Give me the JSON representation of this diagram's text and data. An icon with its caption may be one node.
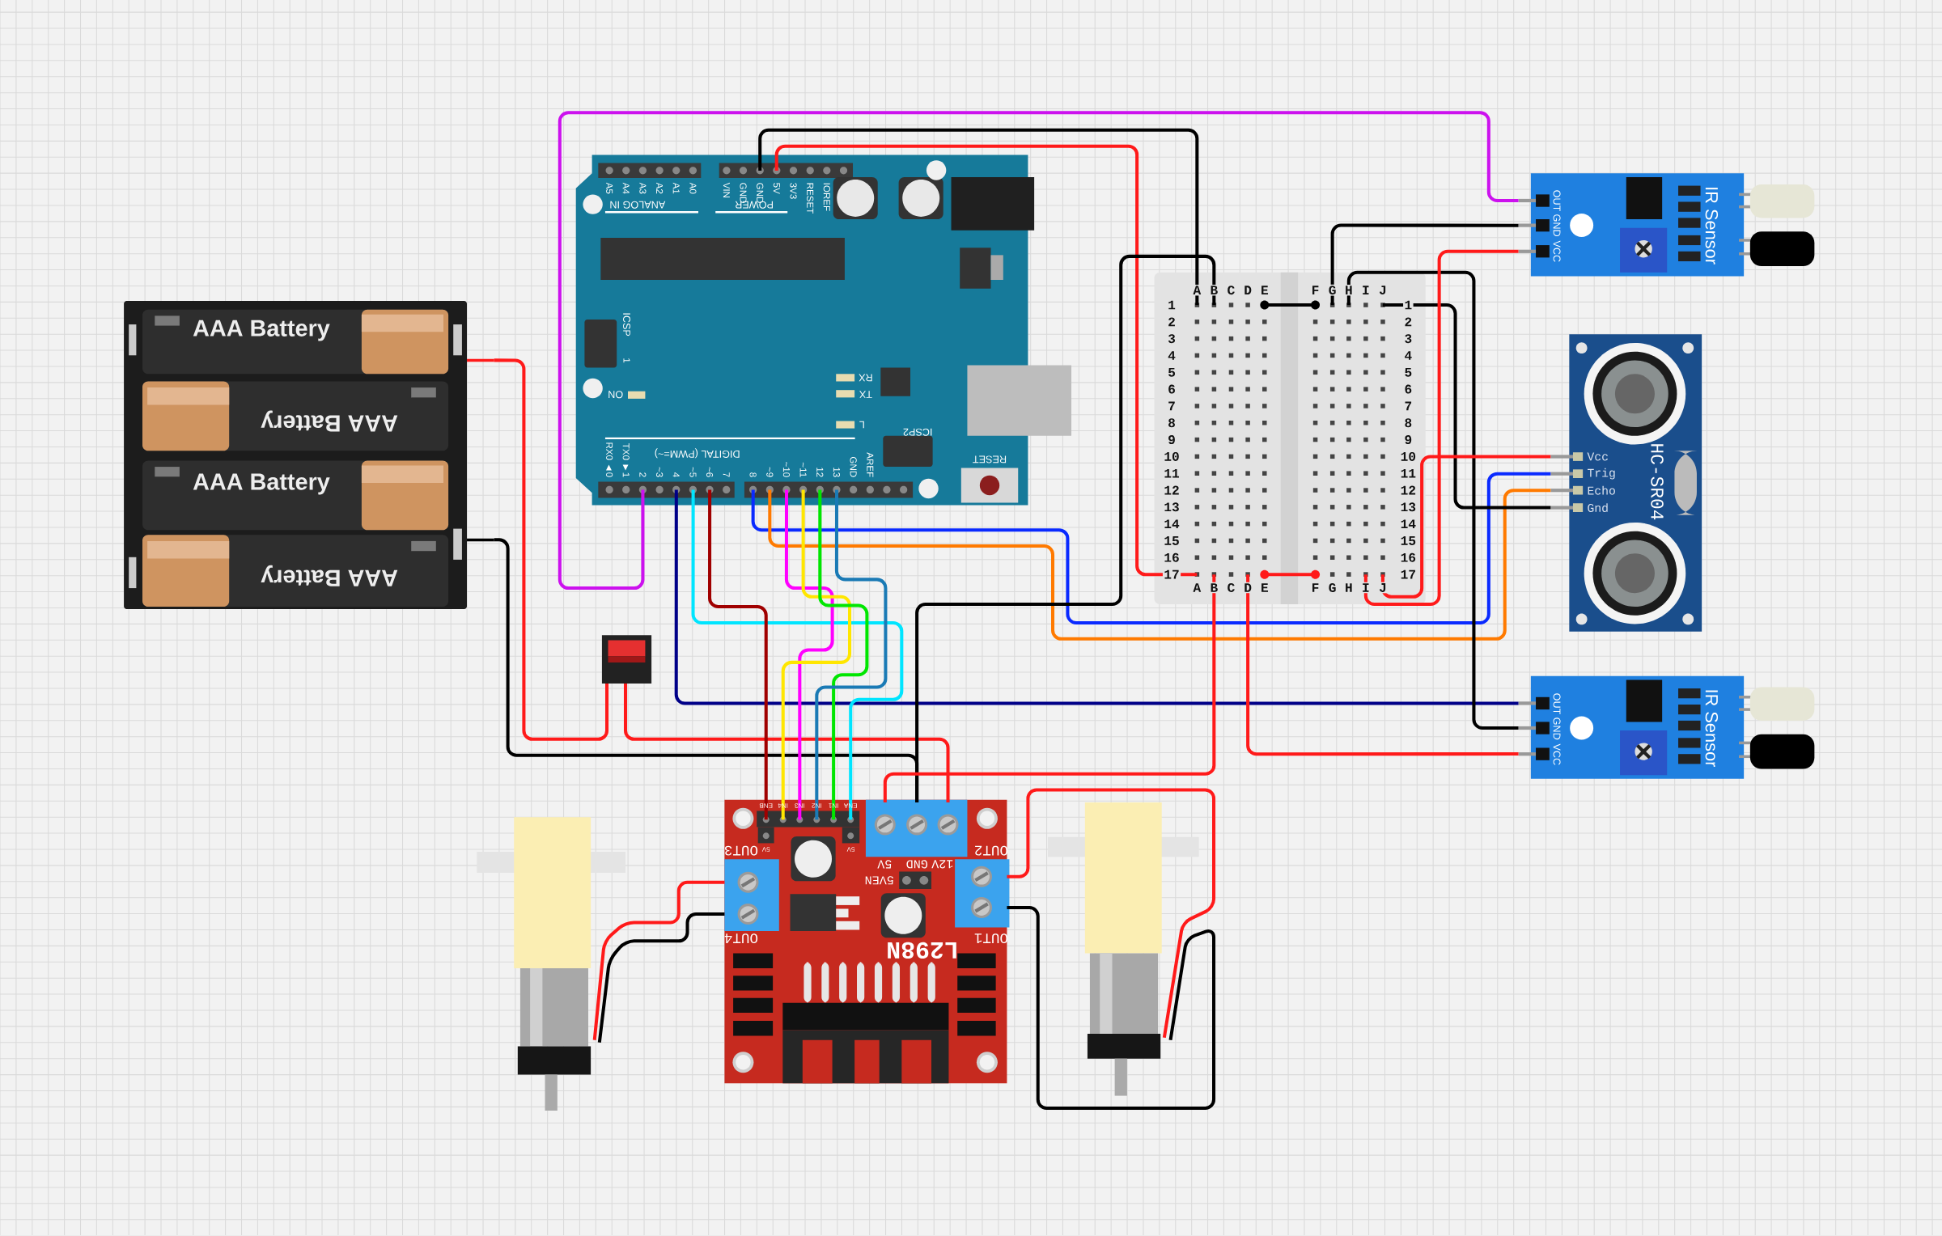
{
  "diagram": {
    "nodes": [
      {
        "text": [],
        "shape": "box"
      },
      {
        "text": [
          "AAA Battery"
        ],
        "in": 0
      },
      {
        "text": [
          "AAA Battery"
        ],
        "in": 0
      },
      {
        "text": [
          "AAA Battery"
        ],
        "in": 0
      },
      {
        "text": [
          "AAA Battery"
        ],
        "in": 0
      },
      {
        "text": [],
        "shape": "switch"
      },
      {
        "text": [],
        "shape": "board"
      },
      {
        "text": [],
        "shape": "board"
      },
      {
        "text": [
          "IR Sensor"
        ]
      },
      {
        "text": [
          "HC-SR04"
        ]
      },
      {
        "text": [
          "IR Sensor"
        ]
      },
      {
        "text": [
          "L298N"
        ]
      },
      {
        "text": [],
        "shape": "motor"
      },
      {
        "text": [],
        "shape": "motor"
      }
    ],
    "edges": [
      {
        "from": 0,
        "to": 5,
        "arrow": "none",
        "color": "#ff1a1a"
      },
      {
        "from": 5,
        "to": 11,
        "arrow": "none",
        "color": "#ff1a1a"
      },
      {
        "from": 0,
        "to": 11,
        "arrow": "none",
        "color": "#000000"
      },
      {
        "from": 6,
        "to": 7,
        "arrow": "none",
        "color": "#ff1a1a"
      },
      {
        "from": 6,
        "to": 7,
        "arrow": "none",
        "color": "#000000"
      },
      {
        "from": 6,
        "to": 8,
        "arrow": "none",
        "color": "#cc11ee"
      },
      {
        "from": 6,
        "to": 10,
        "arrow": "none",
        "color": "#000088"
      },
      {
        "from": 6,
        "to": 11,
        "arrow": "none",
        "color": "#00e5ff"
      },
      {
        "from": 6,
        "to": 11,
        "arrow": "none",
        "color": "#a00000"
      },
      {
        "from": 6,
        "to": 9,
        "arrow": "none",
        "color": "#0a2aff"
      },
      {
        "from": 6,
        "to": 9,
        "arrow": "none",
        "color": "#ff7a00"
      },
      {
        "from": 6,
        "to": 11,
        "arrow": "none",
        "color": "#ff00ff"
      },
      {
        "from": 6,
        "to": 11,
        "arrow": "none",
        "color": "#ffe600"
      },
      {
        "from": 6,
        "to": 11,
        "arrow": "none",
        "color": "#00e600"
      },
      {
        "from": 6,
        "to": 11,
        "arrow": "none",
        "color": "#1a7ab5"
      },
      {
        "from": 7,
        "to": 11,
        "arrow": "none",
        "color": "#000000"
      },
      {
        "from": 7,
        "to": 8,
        "arrow": "none",
        "color": "#000000"
      },
      {
        "from": 7,
        "to": 10,
        "arrow": "none",
        "color": "#000000"
      },
      {
        "from": 7,
        "to": 9,
        "arrow": "none",
        "color": "#000000"
      },
      {
        "from": 7,
        "to": 11,
        "arrow": "none",
        "color": "#ff1a1a"
      },
      {
        "from": 7,
        "to": 10,
        "arrow": "none",
        "color": "#ff1a1a"
      },
      {
        "from": 7,
        "to": 8,
        "arrow": "none",
        "color": "#ff1a1a"
      },
      {
        "from": 7,
        "to": 9,
        "arrow": "none",
        "color": "#ff1a1a"
      },
      {
        "from": 11,
        "to": 13,
        "arrow": "none",
        "color": "#ff1a1a"
      },
      {
        "from": 11,
        "to": 13,
        "arrow": "none",
        "color": "#000000"
      },
      {
        "from": 11,
        "to": 12,
        "arrow": "none",
        "color": "#ff1a1a"
      },
      {
        "from": 11,
        "to": 12,
        "arrow": "none",
        "color": "#000000"
      }
    ],
    "labels": [
      "A5",
      "A4",
      "A3",
      "A2",
      "A1",
      "A0",
      "ANALOG IN",
      "VIN",
      "GND",
      "GND",
      "5V",
      "3V3",
      "RESET",
      "IOREF",
      "POWER",
      "ICSP",
      "1",
      "ON",
      "RX",
      "TX",
      "L",
      "ICSP2",
      "RESET",
      "DIGITAL (PWM=~)",
      "RX0 ◄0",
      "TX0 ►1",
      "2",
      "~3",
      "4",
      "~5",
      "~6",
      "7",
      "8",
      "~9",
      "~10",
      "~11",
      "12",
      "13",
      "GND",
      "AREF",
      "A",
      "B",
      "C",
      "D",
      "E",
      "F",
      "G",
      "H",
      "I",
      "J",
      "1",
      "1",
      "2",
      "2",
      "3",
      "3",
      "4",
      "4",
      "5",
      "5",
      "6",
      "6",
      "7",
      "7",
      "8",
      "8",
      "9",
      "9",
      "10",
      "10",
      "11",
      "11",
      "12",
      "12",
      "13",
      "13",
      "14",
      "14",
      "15",
      "15",
      "16",
      "16",
      "17",
      "17",
      "A",
      "B",
      "C",
      "D",
      "E",
      "F",
      "G",
      "H",
      "I",
      "J",
      "OUT",
      "GND",
      "VCC",
      "Vcc",
      "Trig",
      "Echo",
      "Gnd",
      "OUT",
      "GND",
      "VCC",
      "ENB",
      "IN4",
      "IN3",
      "IN2",
      "IN1",
      "ENA",
      "OUT3",
      "5V",
      "5V",
      "OUT2",
      "5V",
      "GND",
      "12V",
      "5VEN",
      "OUT4",
      "OUT1"
    ]
  }
}
